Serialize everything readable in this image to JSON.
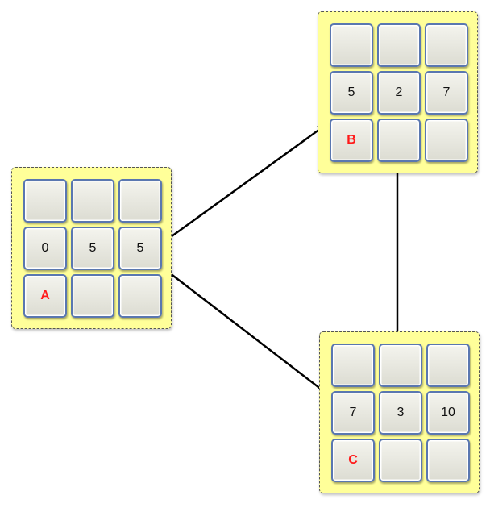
{
  "diagram": {
    "panels": [
      {
        "id": "A",
        "cells": [
          "",
          "",
          "",
          "0",
          "5",
          "5",
          "A",
          "",
          ""
        ]
      },
      {
        "id": "B",
        "cells": [
          "",
          "",
          "",
          "5",
          "2",
          "7",
          "B",
          "",
          ""
        ]
      },
      {
        "id": "C",
        "cells": [
          "",
          "",
          "",
          "7",
          "3",
          "10",
          "C",
          "",
          ""
        ]
      }
    ],
    "edges": [
      {
        "from": "A",
        "to": "B"
      },
      {
        "from": "A",
        "to": "C"
      },
      {
        "from": "B",
        "to": "C"
      }
    ],
    "colors": {
      "panel_fill": "#ffff99",
      "cell_border": "#5a77b0",
      "label_text": "#ff1a1a",
      "arrow": "#000000"
    }
  }
}
